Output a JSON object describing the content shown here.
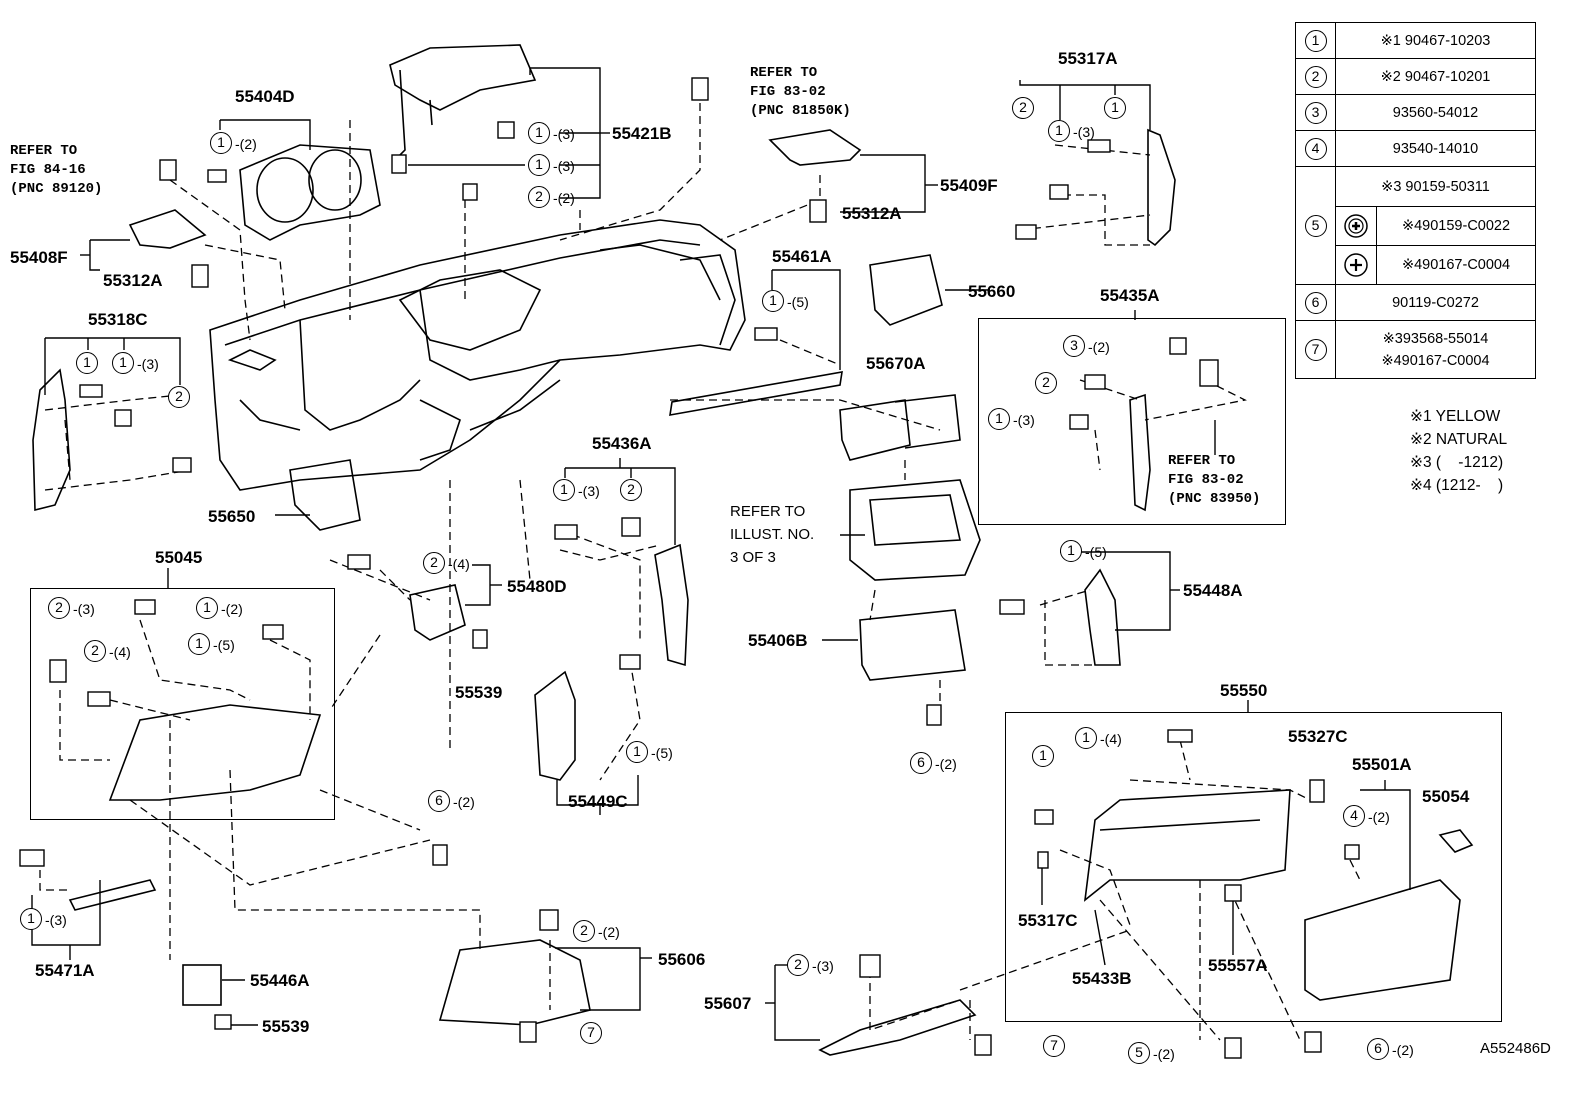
{
  "labels": {
    "p55404D": "55404D",
    "p55421B": "55421B",
    "p55317A": "55317A",
    "p55409F": "55409F",
    "p55312A_top": "55312A",
    "p55408F": "55408F",
    "p55312A_left": "55312A",
    "p55318C": "55318C",
    "p55461A": "55461A",
    "p55660": "55660",
    "p55435A": "55435A",
    "p55670A": "55670A",
    "p55650": "55650",
    "p55436A": "55436A",
    "p55045": "55045",
    "p55480D": "55480D",
    "p55448A": "55448A",
    "p55406B": "55406B",
    "p55539_mid": "55539",
    "p55449C": "55449C",
    "p55550": "55550",
    "p55327C": "55327C",
    "p55501A": "55501A",
    "p55054": "55054",
    "p55317C": "55317C",
    "p55433B": "55433B",
    "p55557A": "55557A",
    "p55471A": "55471A",
    "p55446A": "55446A",
    "p55539_bot": "55539",
    "p55606": "55606",
    "p55607": "55607"
  },
  "refs": {
    "ref_fig84": "REFER TO\nFIG 84-16\n(PNC 89120)",
    "ref_fig83_top": "REFER TO\nFIG 83-02\n(PNC 81850K)",
    "ref_fig83_right": "REFER TO\nFIG 83-02\n(PNC 83950)",
    "ref_illust": "REFER TO\nILLUST. NO.\n3 OF 3"
  },
  "legend": {
    "rows": [
      {
        "num": "1",
        "value": "※1 90467-10203"
      },
      {
        "num": "2",
        "value": "※2 90467-10201"
      },
      {
        "num": "3",
        "value": "93560-54012"
      },
      {
        "num": "4",
        "value": "93540-14010"
      },
      {
        "num": "5",
        "value": "※3 90159-50311",
        "sub": [
          "※490159-C0022",
          "※490167-C0004"
        ]
      },
      {
        "num": "6",
        "value": "90119-C0272"
      },
      {
        "num": "7",
        "value": "※393568-55014",
        "value2": "※490167-C0004"
      }
    ]
  },
  "notes": [
    "※1 YELLOW",
    "※2 NATURAL",
    "※3 (    -1212)",
    "※4 (1212-    )"
  ],
  "code": "A552486D"
}
